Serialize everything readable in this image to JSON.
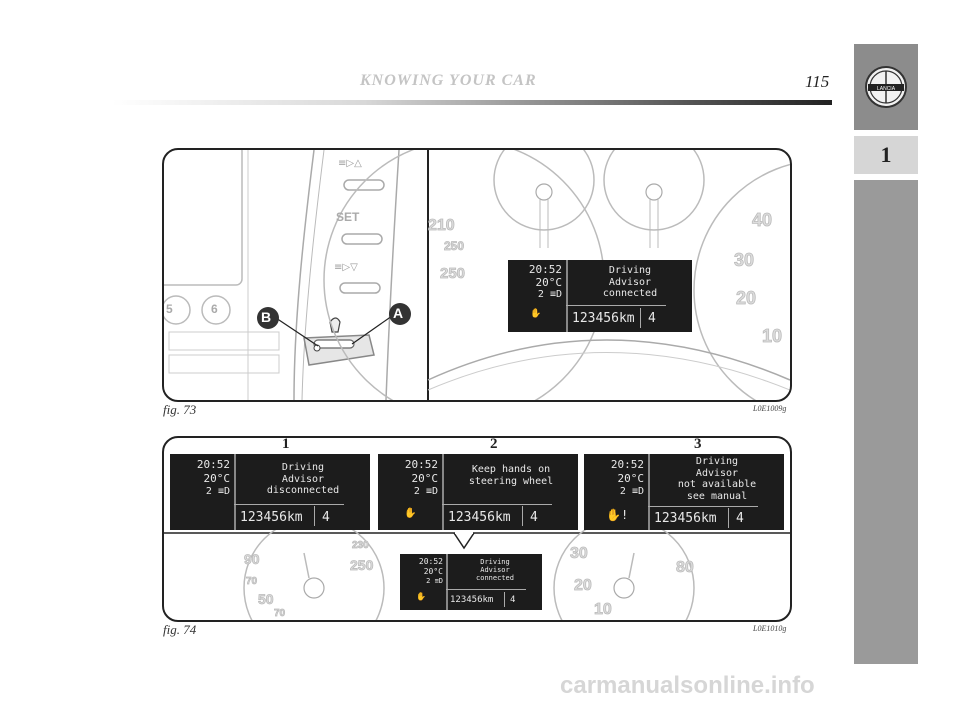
{
  "header": {
    "title": "KNOWING YOUR CAR",
    "page_number": "115"
  },
  "tab": {
    "chapter": "1",
    "logo_text": "LANCIA"
  },
  "fig73": {
    "caption": "fig. 73",
    "code": "L0E1009g",
    "stalk_labels": {
      "set": "SET",
      "top_symbol": "≡▷△",
      "mid_symbol": "≡▷▽",
      "num5": "5",
      "num6": "6"
    },
    "callouts": {
      "a": "A",
      "b": "B"
    },
    "gauge_numbers_left": [
      "210",
      "250",
      "250"
    ],
    "gauge_numbers_right": [
      "40",
      "30",
      "20",
      "10"
    ],
    "lcd": {
      "time": "20:52",
      "temp": "20°C",
      "gear": "2 ≡D",
      "message": [
        "Driving",
        "Advisor",
        "connected"
      ],
      "odo": "123456km",
      "trip": "4"
    }
  },
  "fig74": {
    "caption": "fig. 74",
    "code": "L0E1010g",
    "screens": [
      {
        "number": "1",
        "time": "20:52",
        "temp": "20°C",
        "gear": "2 ≡D",
        "message": [
          "Driving",
          "Advisor",
          "disconnected"
        ],
        "odo": "123456km",
        "trip": "4"
      },
      {
        "number": "2",
        "time": "20:52",
        "temp": "20°C",
        "gear": "2 ≡D",
        "message": [
          "Keep hands on",
          "steering wheel"
        ],
        "odo": "123456km",
        "trip": "4"
      },
      {
        "number": "3",
        "time": "20:52",
        "temp": "20°C",
        "gear": "2 ≡D",
        "message": [
          "Driving",
          "Advisor",
          "not available",
          "see manual"
        ],
        "odo": "123456km",
        "trip": "4"
      }
    ],
    "bottom_lcd": {
      "time": "20:52",
      "temp": "20°C",
      "gear": "2 ≡D",
      "message": [
        "Driving",
        "Advisor",
        "connected"
      ],
      "odo": "123456km",
      "trip": "4"
    },
    "gauge_numbers_left": [
      "90",
      "70",
      "50",
      "70",
      "230",
      "250"
    ],
    "gauge_numbers_right": [
      "30",
      "20",
      "10",
      "80"
    ]
  },
  "footer": {
    "watermark": "carmanualsonline.info"
  }
}
